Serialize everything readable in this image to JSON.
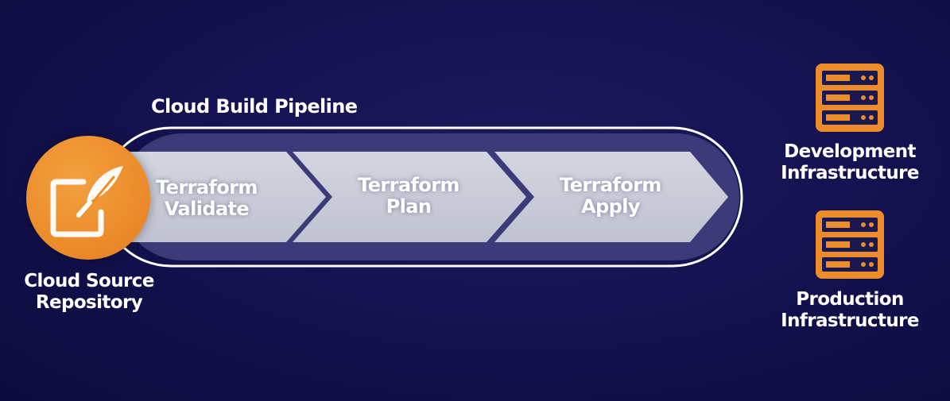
{
  "pipeline": {
    "title": "Cloud Build Pipeline",
    "stages": [
      {
        "line1": "Terraform",
        "line2": "Validate"
      },
      {
        "line1": "Terraform",
        "line2": "Plan"
      },
      {
        "line1": "Terraform",
        "line2": "Apply"
      }
    ]
  },
  "source": {
    "line1": "Cloud Source",
    "line2": "Repository",
    "icon": "repository-edit-icon"
  },
  "targets": [
    {
      "line1": "Development",
      "line2": "Infrastructure",
      "icon": "server-rack-icon"
    },
    {
      "line1": "Production",
      "line2": "Infrastructure",
      "icon": "server-rack-icon"
    }
  ],
  "colors": {
    "background": "#141250",
    "accent_orange": "#ec8c2b",
    "stage_fill": "#c9ccd8",
    "pipeline_band": "#3c3a78",
    "outline": "#ffffff"
  }
}
